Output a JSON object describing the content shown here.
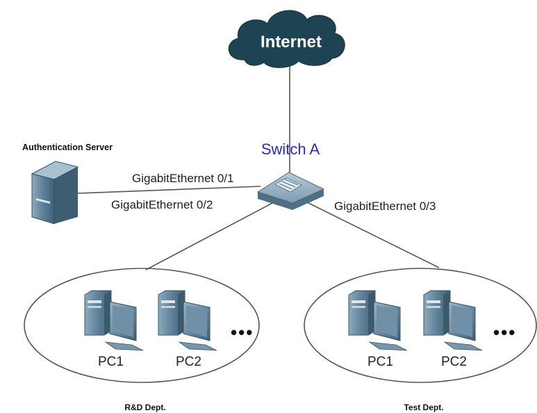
{
  "internet": {
    "label": "Internet"
  },
  "switch": {
    "label": "Switch A"
  },
  "server": {
    "label": "Authentication Server"
  },
  "ports": {
    "p1": "GigabitEthernet 0/1",
    "p2": "GigabitEthernet 0/2",
    "p3": "GigabitEthernet 0/3"
  },
  "groups": [
    {
      "name": "R&D Dept.",
      "pcs": [
        "PC1",
        "PC2"
      ],
      "more": "•••"
    },
    {
      "name": "Test Dept.",
      "pcs": [
        "PC1",
        "PC2"
      ],
      "more": "•••"
    }
  ],
  "colors": {
    "cloud": "#1e4454",
    "switch": "#6f8fa4",
    "device": "#4a6f86",
    "line": "#555555",
    "switch_label": "#2c2ca8"
  }
}
